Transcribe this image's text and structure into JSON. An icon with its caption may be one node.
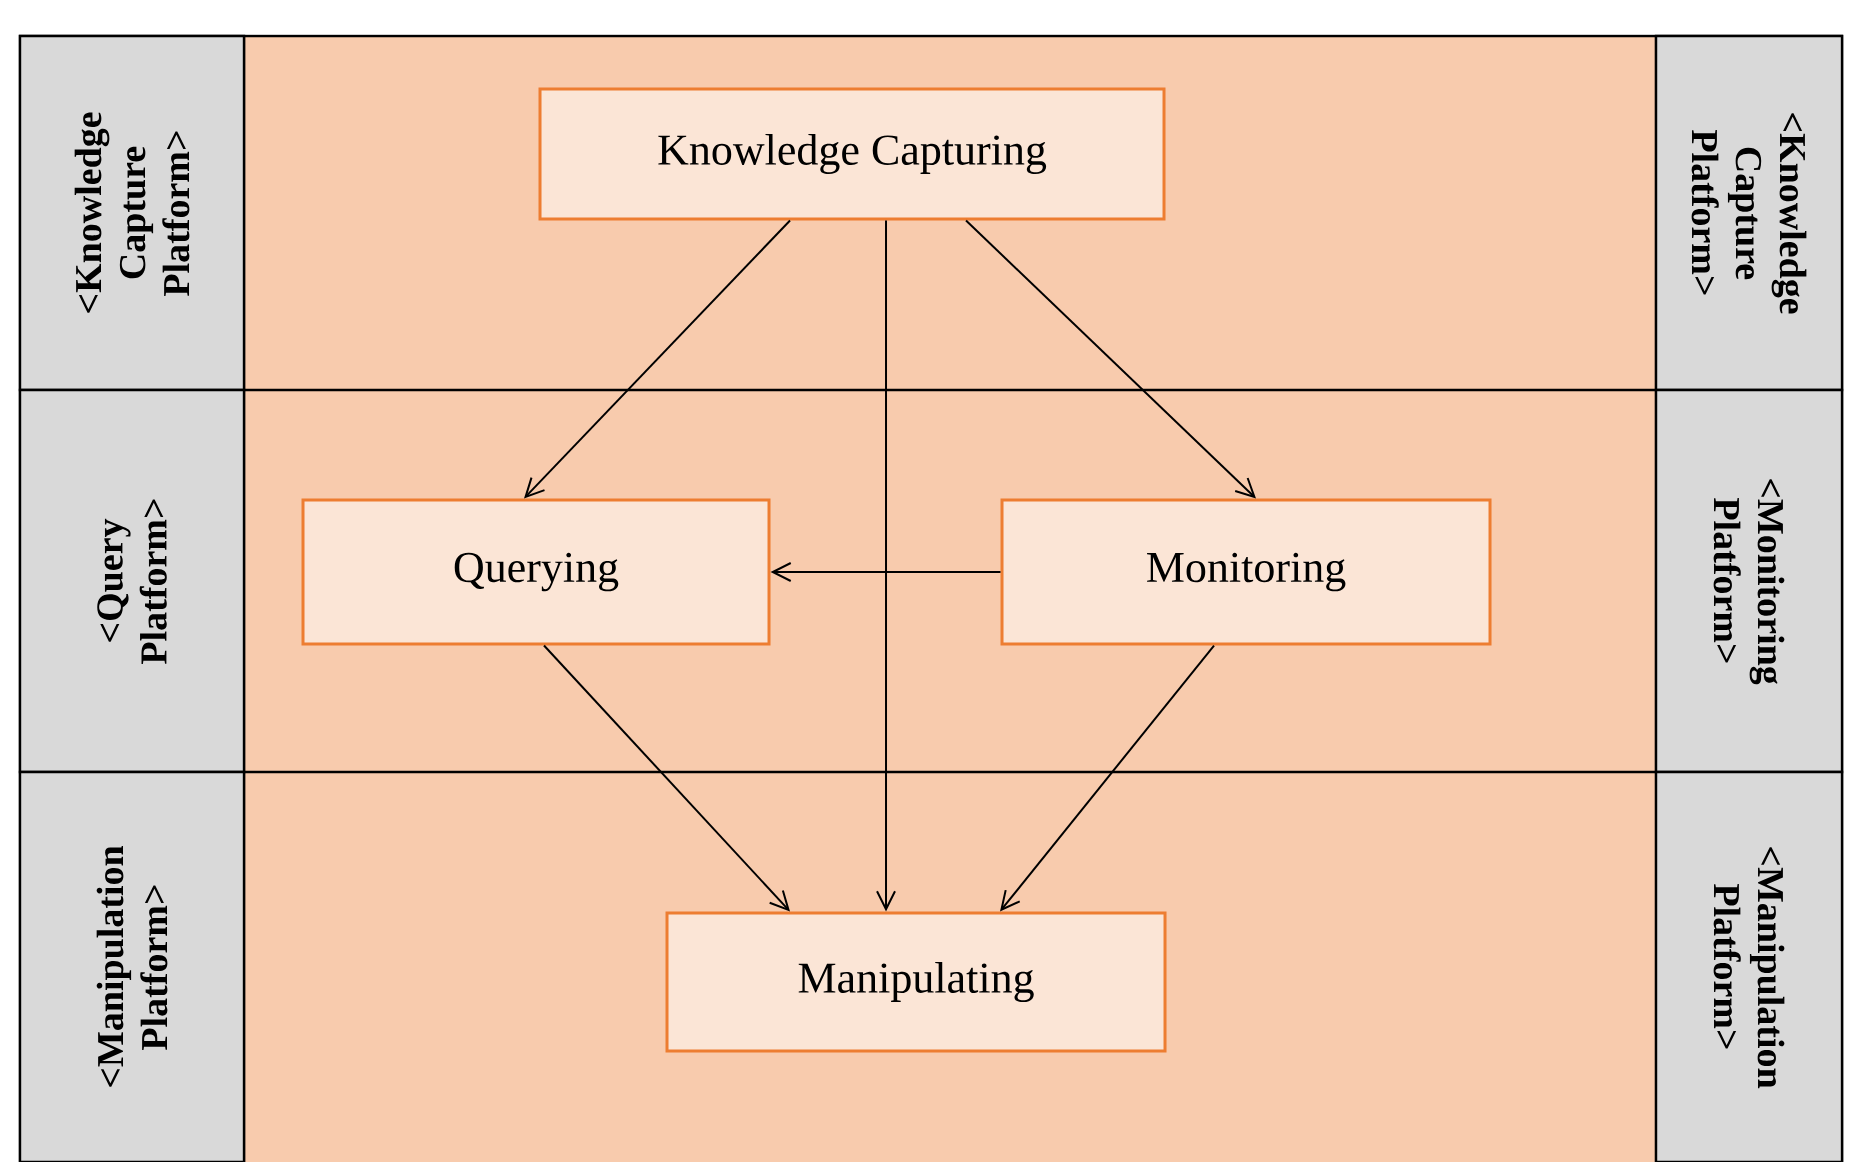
{
  "diagram": {
    "nodes": [
      {
        "text": [
          "<Knowledge Capture Platform>"
        ]
      },
      {
        "text": [
          "Knowledge Capturing"
        ]
      },
      {
        "text": [
          "<Knowledge Capture Platform>"
        ]
      },
      {
        "text": [
          "<Query Platform>"
        ]
      },
      {
        "text": [
          "Querying"
        ]
      },
      {
        "text": [
          "Monitoring"
        ]
      },
      {
        "text": [
          "<Monitoring Platform>"
        ]
      },
      {
        "text": [
          "<Manipulation Platform>"
        ]
      },
      {
        "text": [
          "Manipulating"
        ]
      },
      {
        "text": [
          "<Manipulation Platform>"
        ]
      }
    ],
    "edges": [
      {
        "from": 1,
        "to": 4,
        "arrow": "to"
      },
      {
        "from": 1,
        "to": 8,
        "arrow": "to"
      },
      {
        "from": 1,
        "to": 5,
        "arrow": "to"
      },
      {
        "from": 5,
        "to": 4,
        "arrow": "to"
      },
      {
        "from": 4,
        "to": 8,
        "arrow": "to"
      },
      {
        "from": 5,
        "to": 8,
        "arrow": "to"
      }
    ]
  }
}
